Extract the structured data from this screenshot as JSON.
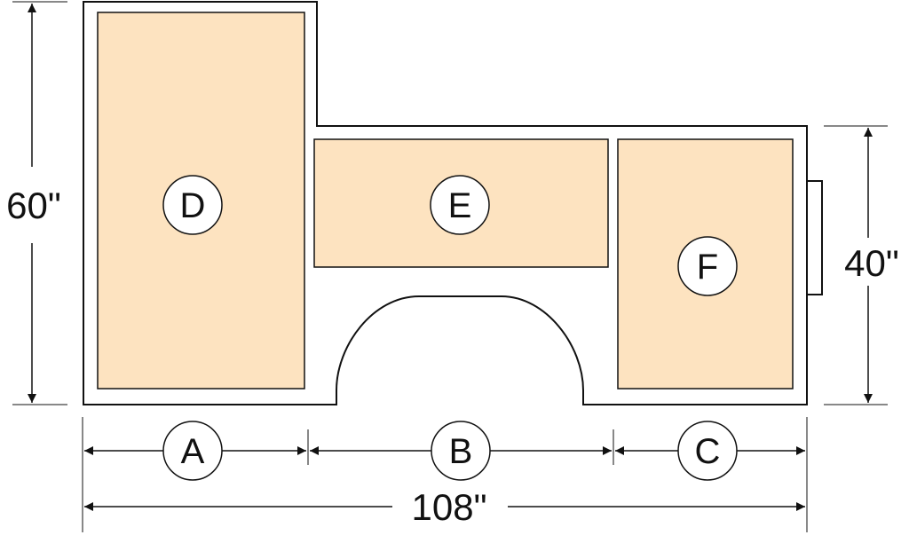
{
  "colors": {
    "panel_fill": "#fde3c0",
    "outline": "#111111",
    "background": "#ffffff"
  },
  "dimensions": {
    "height_left": "60\"",
    "height_right": "40\"",
    "total_width": "108\""
  },
  "segments": {
    "a": "A",
    "b": "B",
    "c": "C"
  },
  "panels": {
    "d": "D",
    "e": "E",
    "f": "F"
  }
}
